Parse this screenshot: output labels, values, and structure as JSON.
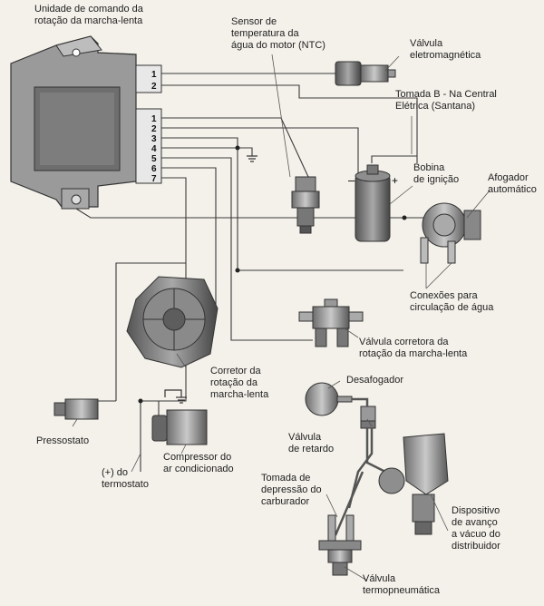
{
  "labels": {
    "control_unit": [
      "Unidade de comando da",
      "rotação da marcha-lenta"
    ],
    "temp_sensor": [
      "Sensor de",
      "temperatura da",
      "água do motor (NTC)"
    ],
    "solenoid_valve": [
      "Válvula",
      "eletromagnética"
    ],
    "terminal_b": [
      "Tomada B - Na Central",
      "Elétrica (Santana)"
    ],
    "ignition_coil": [
      "Bobina",
      "de ignição"
    ],
    "choke": [
      "Afogador",
      "automático"
    ],
    "water_connections": [
      "Conexões para",
      "circulação de água"
    ],
    "idle_valve": [
      "Válvula corretora da",
      "rotação da marcha-lenta"
    ],
    "idle_corrector": [
      "Corretor da",
      "rotação da",
      "marcha-lenta"
    ],
    "dechoke": [
      "Desafogador"
    ],
    "delay_valve": [
      "Válvula",
      "de retardo"
    ],
    "pressure_switch": [
      "Pressostato"
    ],
    "ac_compressor": [
      "Compressor do",
      "ar condicionado"
    ],
    "thermostat": [
      "(+) do",
      "termostato"
    ],
    "carb_vacuum": [
      "Tomada de",
      "depressão do",
      "carburador"
    ],
    "vacuum_advance": [
      "Dispositivo",
      "de avanço",
      "a vácuo do",
      "distribuidor"
    ],
    "thermo_valve": [
      "Válvula",
      "termopneumática"
    ]
  },
  "pins": {
    "upper_connector": [
      "1",
      "2"
    ],
    "lower_connector": [
      "1",
      "2",
      "3",
      "4",
      "5",
      "6",
      "7"
    ]
  },
  "coil_terminals": {
    "minus": "–",
    "plus": "+"
  }
}
